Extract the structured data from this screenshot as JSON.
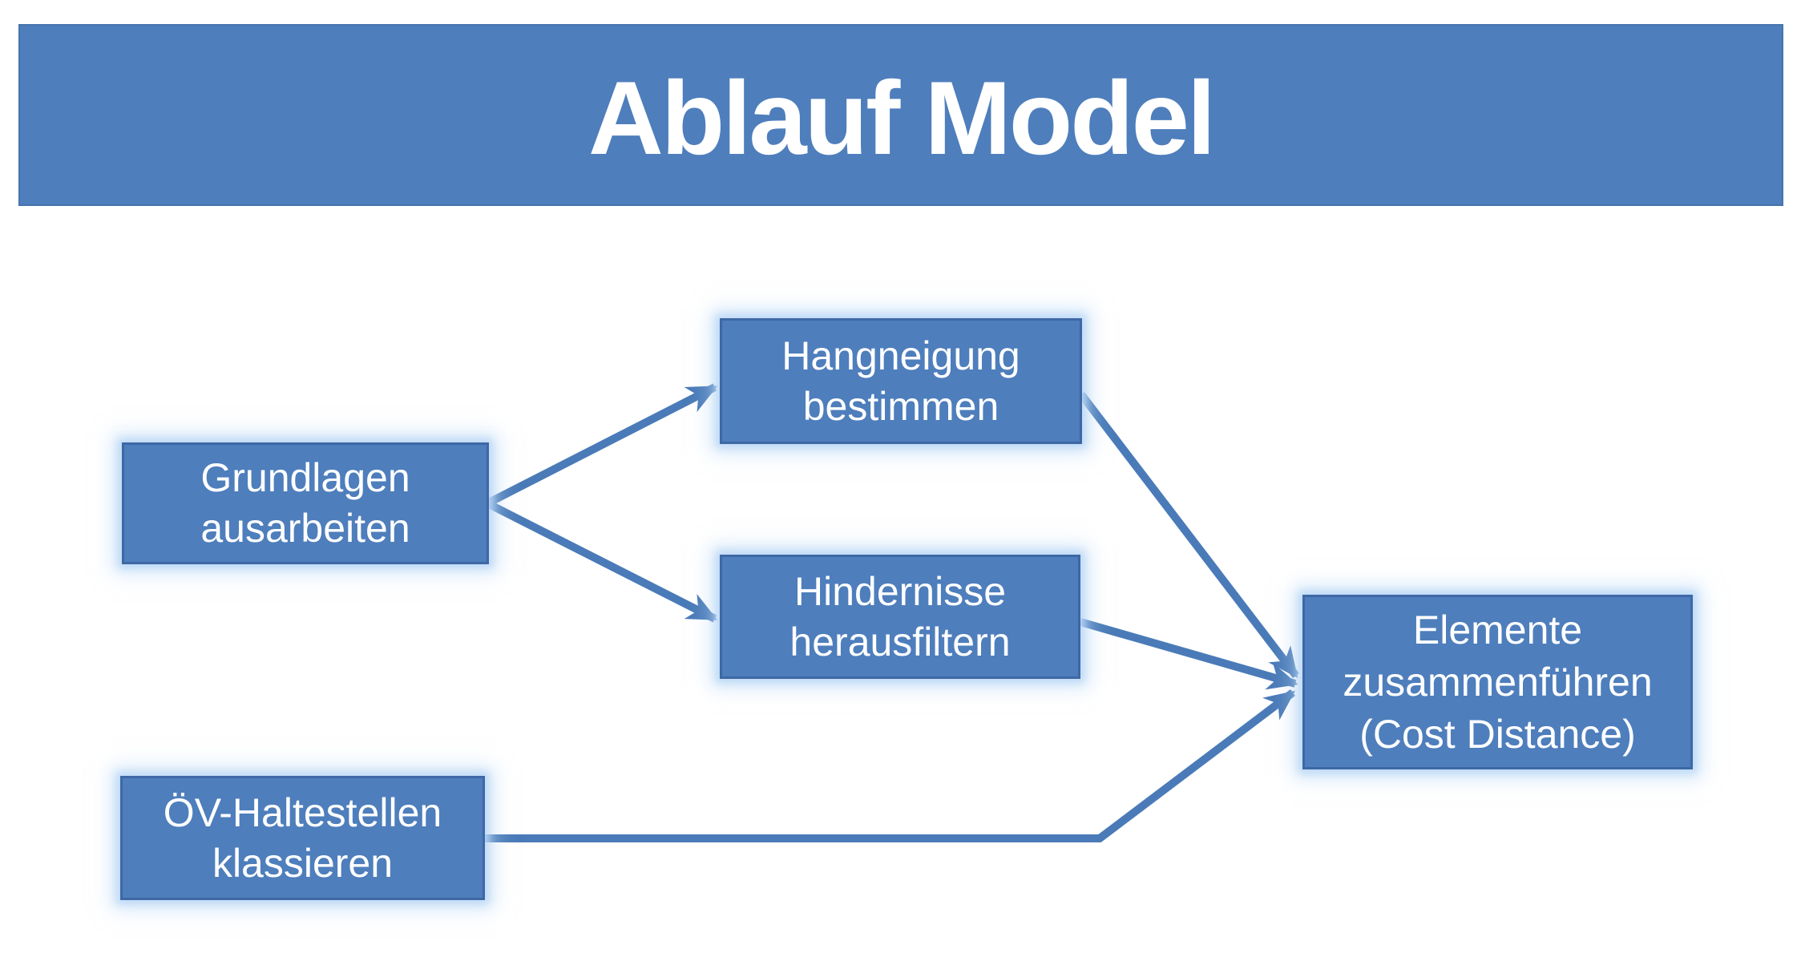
{
  "title_banner": {
    "text": "Ablauf Model"
  },
  "colors": {
    "shape_fill": "#4e7ebc",
    "shape_border": "#3e68a5",
    "shape_glow": "#bbd8f5",
    "arrow": "#4a7bb8",
    "text": "#ffffff",
    "background": "#ffffff"
  },
  "diagram": {
    "nodes": [
      {
        "id": "grundlagen",
        "label": "Grundlagen ausarbeiten",
        "lines": [
          "Grundlagen",
          "ausarbeiten"
        ]
      },
      {
        "id": "hangneigung",
        "label": "Hangneigung bestimmen",
        "lines": [
          "Hangneigung",
          "bestimmen"
        ]
      },
      {
        "id": "hindernisse",
        "label": "Hindernisse herausfiltern",
        "lines": [
          "Hindernisse",
          "herausfiltern"
        ]
      },
      {
        "id": "oev_haltestellen",
        "label": "ÖV-Haltestellen klassieren",
        "lines": [
          "ÖV-Haltestellen",
          "klassieren"
        ]
      },
      {
        "id": "elemente",
        "label": "Elemente zusammenführen (Cost Distance)",
        "lines": [
          "Elemente",
          "zusammenführen",
          "(Cost Distance)"
        ]
      }
    ],
    "edges": [
      {
        "from": "grundlagen",
        "to": "hangneigung"
      },
      {
        "from": "grundlagen",
        "to": "hindernisse"
      },
      {
        "from": "hangneigung",
        "to": "elemente"
      },
      {
        "from": "hindernisse",
        "to": "elemente"
      },
      {
        "from": "oev_haltestellen",
        "to": "elemente"
      }
    ]
  }
}
